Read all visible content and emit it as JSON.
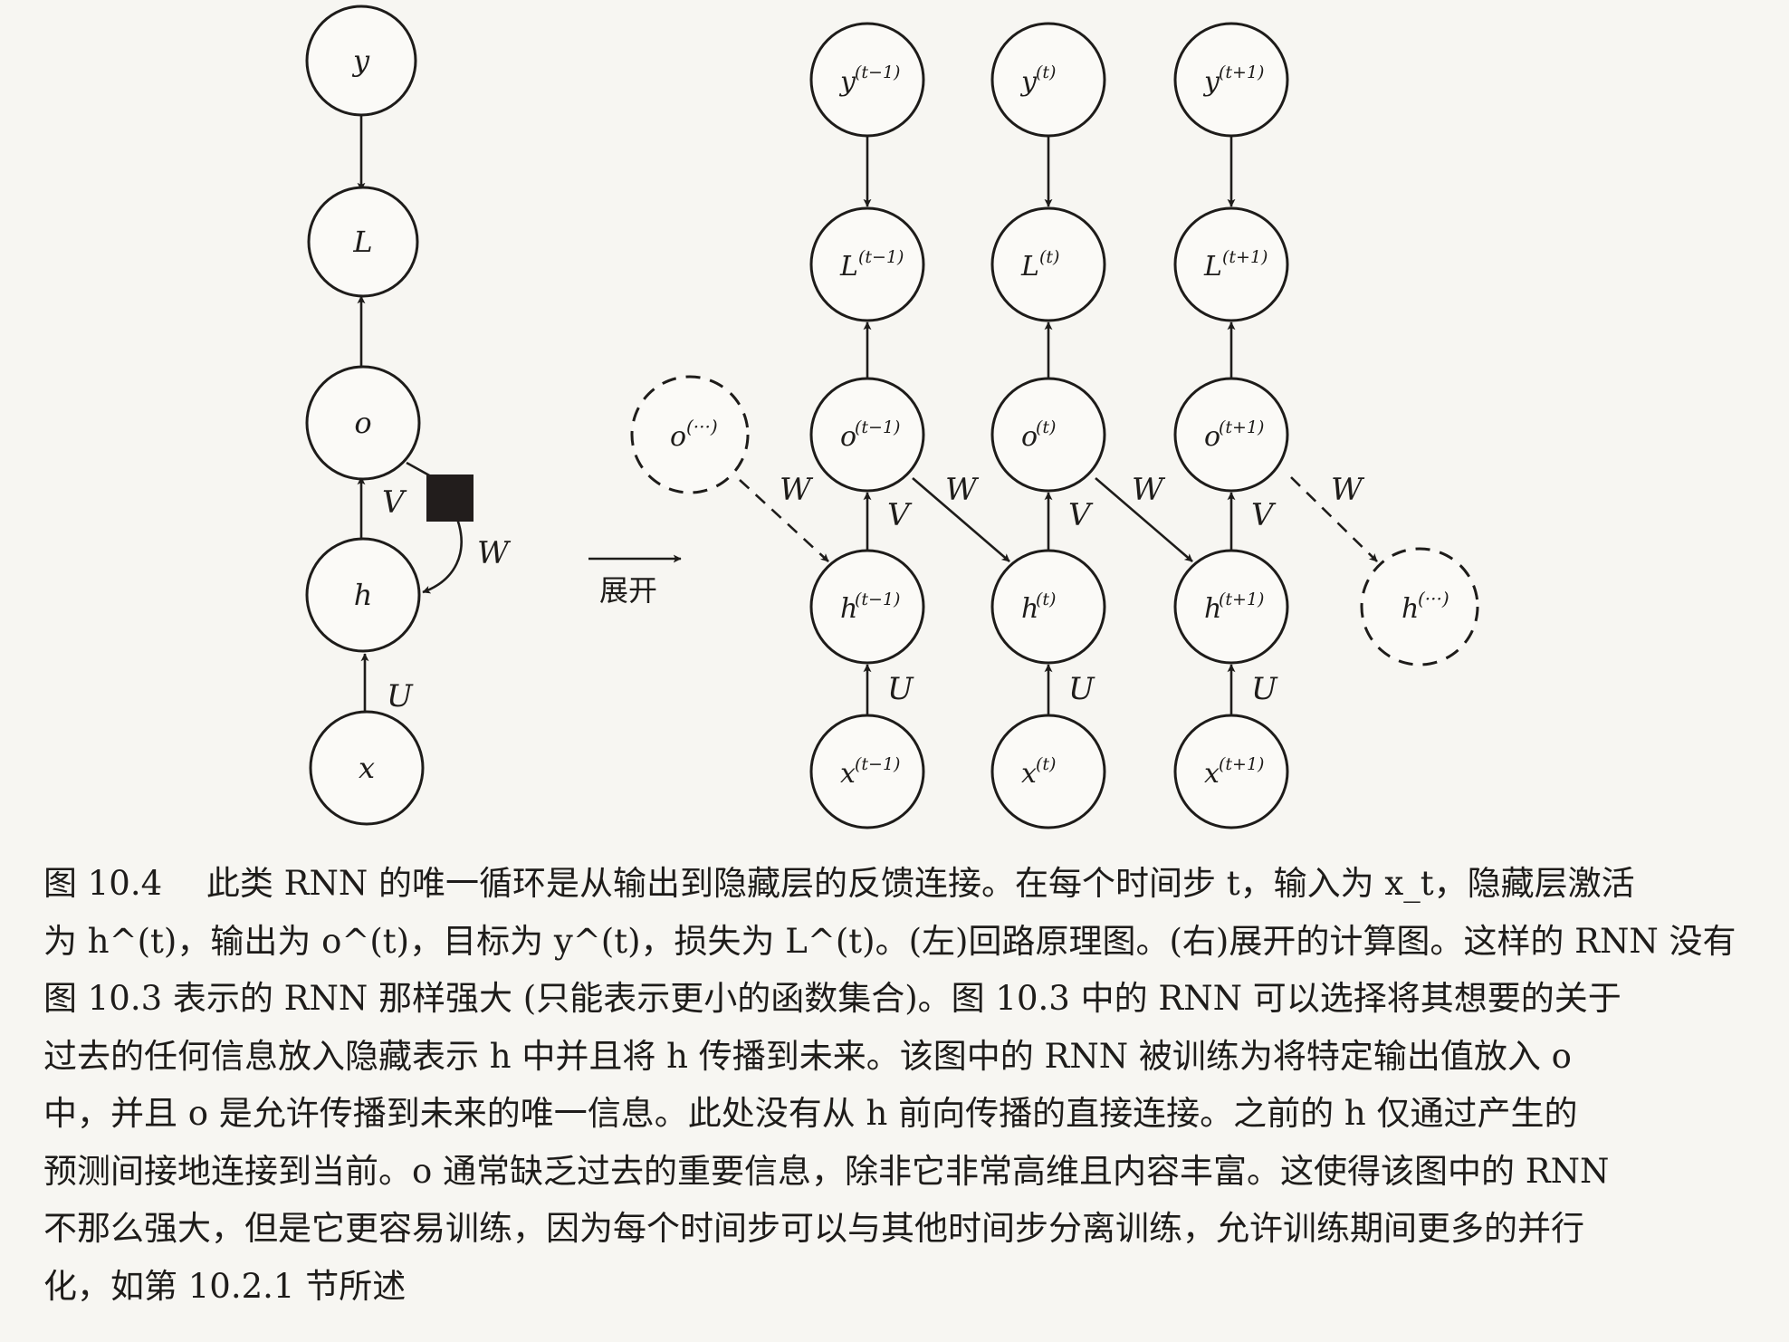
{
  "figure": {
    "left_graph": {
      "nodes": {
        "y": "y",
        "L": "L",
        "o": "o",
        "h": "h",
        "x": "x"
      },
      "edge_labels": {
        "V": "V",
        "W": "W",
        "U": "U"
      }
    },
    "unfold_label": "展开",
    "right_graph": {
      "dashed_nodes": {
        "o_dots": "o",
        "o_dots_sup": "(···)",
        "h_dots": "h",
        "h_dots_sup": "(···)"
      },
      "columns": [
        {
          "sup": "(t−1)",
          "y": "y",
          "L": "L",
          "o": "o",
          "h": "h",
          "x": "x"
        },
        {
          "sup": "(t)",
          "y": "y",
          "L": "L",
          "o": "o",
          "h": "h",
          "x": "x"
        },
        {
          "sup": "(t+1)",
          "y": "y",
          "L": "L",
          "o": "o",
          "h": "h",
          "x": "x"
        }
      ],
      "edge_labels": {
        "V": "V",
        "W": "W",
        "U": "U"
      }
    }
  },
  "caption": {
    "lines": [
      "图 10.4　 此类 RNN 的唯一循环是从输出到隐藏层的反馈连接。在每个时间步 t，输入为 x_t，隐藏层激活",
      "为 h^(t)，输出为 o^(t)，目标为 y^(t)，损失为 L^(t)。(左)回路原理图。(右)展开的计算图。这样的 RNN 没有",
      "图 10.3 表示的 RNN 那样强大 (只能表示更小的函数集合)。图 10.3 中的 RNN 可以选择将其想要的关于",
      "过去的任何信息放入隐藏表示 h 中并且将 h 传播到未来。该图中的 RNN 被训练为将特定输出值放入 o",
      "中，并且 o 是允许传播到未来的唯一信息。此处没有从 h 前向传播的直接连接。之前的 h 仅通过产生的",
      "预测间接地连接到当前。o 通常缺乏过去的重要信息，除非它非常高维且内容丰富。这使得该图中的 RNN",
      "不那么强大，但是它更容易训练，因为每个时间步可以与其他时间步分离训练，允许训练期间更多的并行",
      "化，如第 10.2.1 节所述"
    ]
  },
  "colors": {
    "ink": "#1e1c1a",
    "paper": "#f7f6f2"
  }
}
